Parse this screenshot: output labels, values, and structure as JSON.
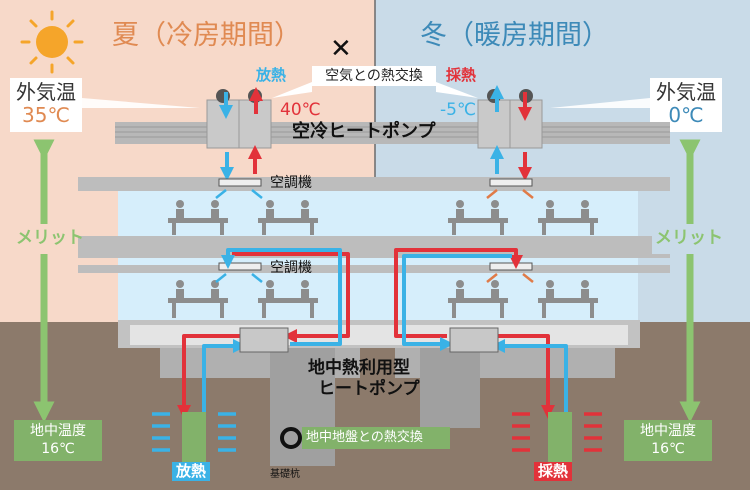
{
  "summer": {
    "title": "夏（冷房期間）",
    "outside_label": "外気温",
    "outside_temp": "35℃",
    "release_top": "放熱",
    "unit_temp": "40℃",
    "release_bottom": "放熱",
    "merit": "メリット",
    "ground_label": "地中温度",
    "ground_temp": "16℃"
  },
  "winter": {
    "title": "冬（暖房期間）",
    "outside_label": "外気温",
    "outside_temp": "0℃",
    "collect_top": "採熱",
    "unit_temp": "-5℃",
    "collect_bottom": "採熱",
    "merit": "メリット",
    "ground_label": "地中温度",
    "ground_temp": "16℃"
  },
  "center": {
    "air_exchange": "空気との熱交換",
    "cross_mark": "✕",
    "air_heat_pump": "空冷ヒートポンプ",
    "ac_unit_1": "空調機",
    "ac_unit_2": "空調機",
    "geo_heat_pump_line1": "地中熱利用型",
    "geo_heat_pump_line2": "ヒートポンプ",
    "ground_exchange": "地中地盤との熱交換",
    "foundation_pile": "基礎杭"
  },
  "colors": {
    "summer_bg": "#f7d9c9",
    "winter_bg": "#c9dbe8",
    "ground": "#8c7a6b",
    "hot": "#e2323a",
    "cold": "#3ab2e6",
    "merit_green": "#8cc470"
  }
}
